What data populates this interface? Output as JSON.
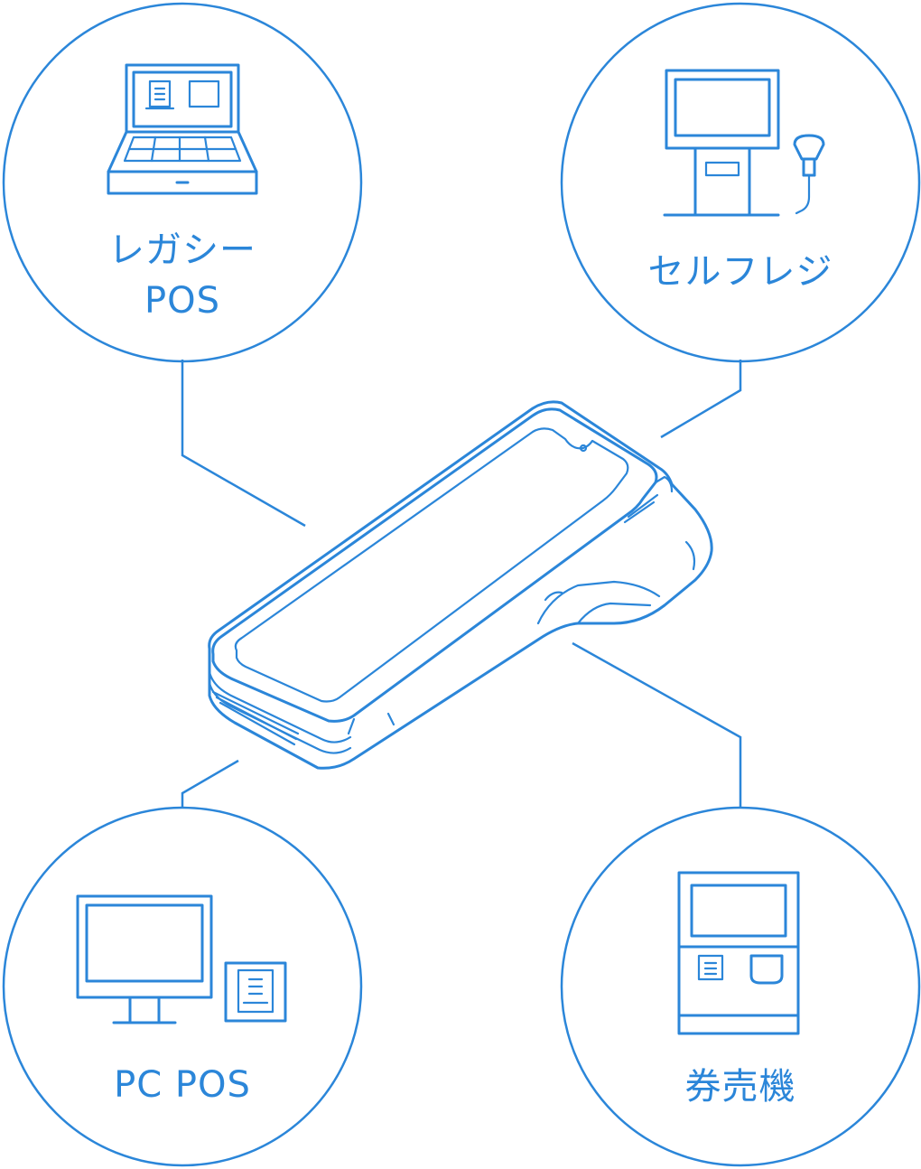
{
  "colors": {
    "accent": "#2b86d9",
    "background": "#ffffff"
  },
  "nodes": {
    "legacy_pos": {
      "label_line1": "レガシー",
      "label_line2": "POS",
      "icon": "cash-register-icon"
    },
    "self_checkout": {
      "label": "セルフレジ",
      "icon": "self-checkout-kiosk-icon"
    },
    "pc_pos": {
      "label": "PC POS",
      "icon": "desktop-pc-printer-icon"
    },
    "ticket_machine": {
      "label": "券売機",
      "icon": "ticket-vending-machine-icon"
    }
  },
  "center": {
    "icon": "payment-terminal-icon"
  }
}
